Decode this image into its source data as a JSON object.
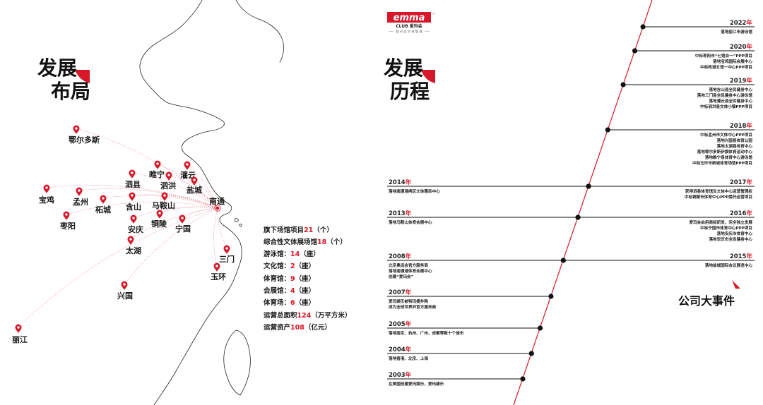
{
  "layout_title": {
    "line1": "发展",
    "line2": "布局"
  },
  "history_title": {
    "line1": "发展",
    "line2": "历程"
  },
  "logo": {
    "brand": "emma",
    "club": "CLUB 爱玛会",
    "tagline": "爱 玛 会 文 体 管 理"
  },
  "map": {
    "hub": "南通",
    "cities": [
      "鄂尔多斯",
      "宝鸡",
      "孟州",
      "柘城",
      "枣阳",
      "泗县",
      "睢宁",
      "泗洪",
      "灌云",
      "盐城",
      "含山",
      "马鞍山",
      "安庆",
      "铜陵",
      "宁国",
      "太湖",
      "三门",
      "玉环",
      "兴国",
      "丽江"
    ]
  },
  "stats": [
    {
      "label": "旗下场馆项目",
      "value": "21",
      "unit": "（个）"
    },
    {
      "label": "综合性文体展场馆",
      "value": "18",
      "unit": "（个）"
    },
    {
      "label": "游泳馆：",
      "value": "14",
      "unit": "（座）"
    },
    {
      "label": "文化馆：",
      "value": "2",
      "unit": "（座）"
    },
    {
      "label": "体育馆：",
      "value": "9",
      "unit": "（座）"
    },
    {
      "label": "会展馆：",
      "value": "4",
      "unit": "（座）"
    },
    {
      "label": "体育场：",
      "value": "6",
      "unit": "（座）"
    },
    {
      "label": "运营总面积",
      "value": "124",
      "unit": "（万平方米）"
    },
    {
      "label": "运营资产",
      "value": "108",
      "unit": "（亿元）"
    }
  ],
  "timeline": {
    "heading": "公司大事件",
    "year_unit": "年",
    "events": [
      {
        "year": "2003",
        "items": [
          "在美国创建爱玛娱乐、爱玛康乐"
        ]
      },
      {
        "year": "2004",
        "items": [
          "落地香港、北京、上海"
        ]
      },
      {
        "year": "2005",
        "items": [
          "落地南京、杭州、广州、成都等数十个城市"
        ]
      },
      {
        "year": "2007",
        "items": [
          "爱玛娱乐被特玛捷并购",
          "成为全球世界杯官方服务商"
        ]
      },
      {
        "year": "2008",
        "items": [
          "北京奥运会官方服务商",
          "落地南通港体育会展中心",
          "创建“爱玛会”"
        ]
      },
      {
        "year": "2013",
        "items": [
          "落地马鞍山体育会展中心"
        ]
      },
      {
        "year": "2014",
        "items": [
          "落地南通港闸区文体惠民中心"
        ]
      },
      {
        "year": "2015",
        "items": [
          "落地盐城国际会议展览中心"
        ]
      },
      {
        "year": "2016",
        "items": [
          "爱玛会启用商标研发，完全独立发展",
          "中标宁国市体育中心PPP项目",
          "落地安庆市体育中心",
          "落地安庆市全民健身中心"
        ]
      },
      {
        "year": "2017",
        "items": [
          "获得泗县体育馆及文体中心运营管理权",
          "中标铜陵市体育中心PPP委托运营项目"
        ]
      },
      {
        "year": "2018",
        "items": [
          "中标孟州市文体中心PPP项目",
          "落地兴国县体育公园",
          "落地太湖县体育中心",
          "落地鄂尔多斯伊旗体育运动中心",
          "落地睢宁县体育中心游泳馆",
          "中标玉环市新城体育场馆PPP项目"
        ]
      },
      {
        "year": "2019",
        "items": [
          "落地含山县全民健身中心",
          "落地三门县全民健身中心游泳馆",
          "落地灌云县全民健身中心",
          "中标泗洪县文体小镇PPP项目"
        ]
      },
      {
        "year": "2020",
        "items": [
          "中标枣阳市“七馆合一”PPP项目",
          "落地宝鸡国际会展中心",
          "中标柘城五馆一中心PPP项目"
        ]
      },
      {
        "year": "2022",
        "items": [
          "落地丽江市游泳馆"
        ]
      }
    ]
  },
  "colors": {
    "accent": "#d7182a",
    "ink": "#1a1a1a",
    "route": "#e35a66"
  },
  "icons": {
    "map_pin": "map-pin-icon",
    "hub": "hub-dot-icon",
    "timeline_dot": "timeline-dot-icon"
  }
}
